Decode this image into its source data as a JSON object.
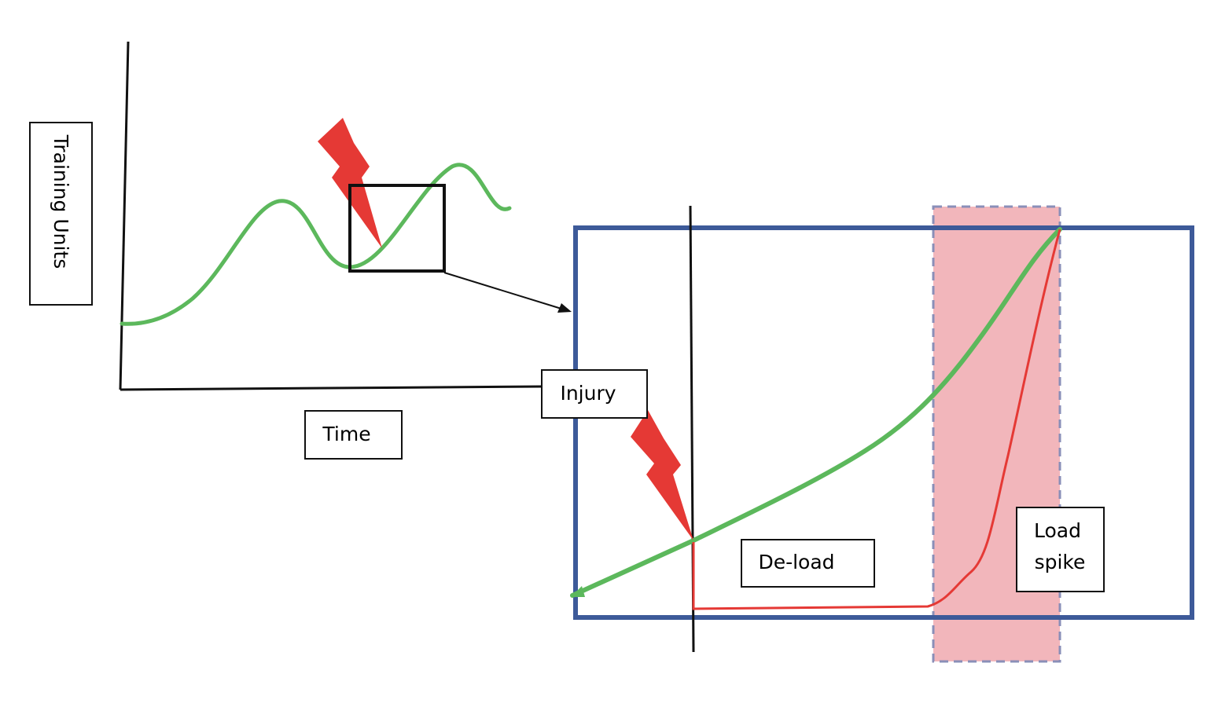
{
  "diagram": {
    "axis": {
      "y_label": "Training Units",
      "x_label": "Time"
    },
    "labels": {
      "injury": "Injury",
      "deload": "De-load",
      "load_spike_line1": "Load",
      "load_spike_line2": "spike"
    },
    "colors": {
      "training_load_curve": "#5cb85c",
      "return_curve": "#e53935",
      "lightning": "#e53935",
      "zoom_frame": "#3d5a99",
      "spike_zone_fill": "#f2b6bb",
      "spike_zone_border": "#8a8fb8"
    },
    "icons": {
      "injury_marker": "lightning-bolt-icon",
      "zoom_pointer": "arrow-icon"
    }
  }
}
